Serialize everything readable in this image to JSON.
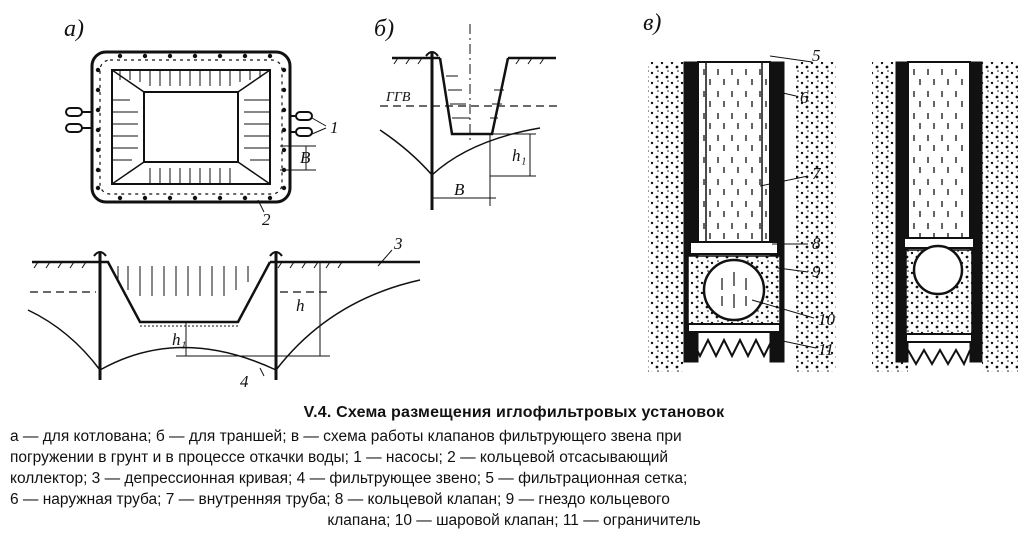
{
  "figure": {
    "panel_labels": {
      "a": "а)",
      "b": "б)",
      "v": "в)"
    },
    "labels": {
      "gvw": "ГГВ",
      "B_plan": "В",
      "B_section": "В",
      "h1": "h₁",
      "h": "h",
      "h1_bottom": "h₁",
      "n1": "1",
      "n2": "2",
      "n3": "3",
      "n4": "4",
      "n5": "5",
      "n6": "6",
      "n7": "7",
      "n8": "8",
      "n9": "9",
      "n10": "10",
      "n11": "11"
    }
  },
  "caption": {
    "title": "V.4. Схема размещения иглофильтровых установок",
    "lines": [
      "а — для котлована; б — для траншей; в — схема работы клапанов фильтрующего звена при",
      "погружении в грунт и в процессе откачки воды; 1 — насосы; 2 — кольцевой отсасывающий",
      "коллектор; 3 — депрессионная кривая; 4 — фильтрующее звено; 5 — фильтрационная сетка;",
      "6 — наружная труба; 7 — внутренняя труба; 8 — кольцевой клапан; 9 — гнездо кольцевого",
      "клапана; 10 — шаровой клапан; 11 — ограничитель"
    ]
  }
}
